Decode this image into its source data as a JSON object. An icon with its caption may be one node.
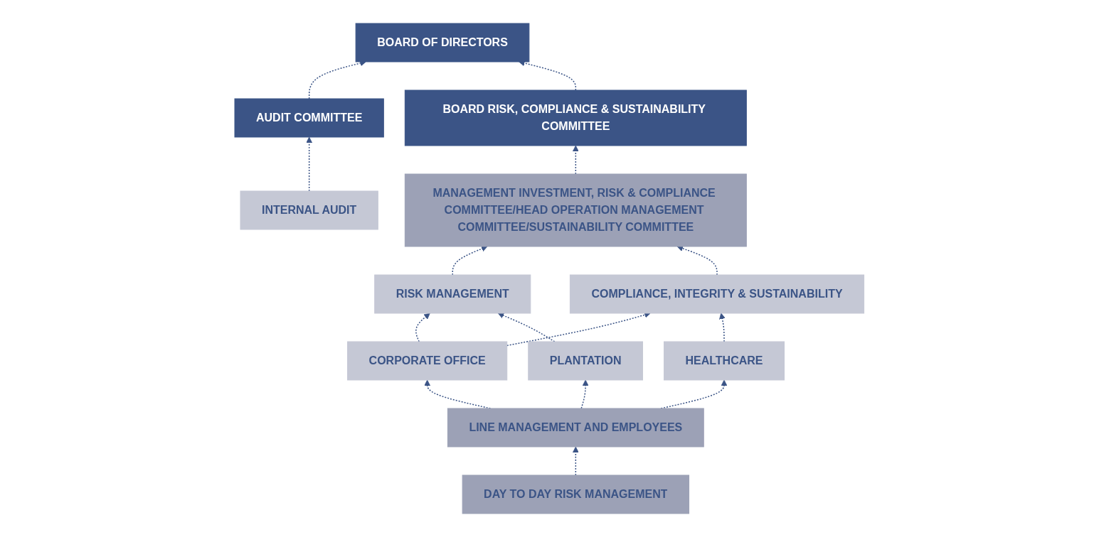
{
  "diagram": {
    "nodes": [
      {
        "text": [
          "BOARD OF DIRECTORS"
        ]
      },
      {
        "text": [
          "AUDIT COMMITTEE"
        ]
      },
      {
        "text": [
          "BOARD RISK, COMPLIANCE & SUSTAINABILITY COMMITTEE"
        ]
      },
      {
        "text": [
          "MANAGEMENT INVESTMENT, RISK & COMPLIANCE COMMITTEE/HEAD OPERATION MANAGEMENT COMMITTEE/SUSTAINABILITY COMMITTEE"
        ]
      },
      {
        "text": [
          "INTERNAL AUDIT"
        ]
      },
      {
        "text": [
          "RISK MANAGEMENT"
        ]
      },
      {
        "text": [
          "COMPLIANCE, INTEGRITY & SUSTAINABILITY"
        ]
      },
      {
        "text": [
          "CORPORATE OFFICE"
        ]
      },
      {
        "text": [
          "PLANTATION"
        ]
      },
      {
        "text": [
          "HEALTHCARE"
        ]
      },
      {
        "text": [
          "LINE MANAGEMENT AND EMPLOYEES"
        ]
      },
      {
        "text": [
          "DAY TO DAY RISK MANAGEMENT"
        ]
      }
    ],
    "edges": [
      {
        "from": 11,
        "to": 10,
        "arrow": "to",
        "style": "dashed"
      },
      {
        "from": 10,
        "to": 7,
        "arrow": "to",
        "style": "dashed"
      },
      {
        "from": 10,
        "to": 8,
        "arrow": "to",
        "style": "dashed"
      },
      {
        "from": 10,
        "to": 9,
        "arrow": "to",
        "style": "dashed"
      },
      {
        "from": 7,
        "to": 5,
        "arrow": "to",
        "style": "dashed"
      },
      {
        "from": 7,
        "to": 6,
        "arrow": "to",
        "style": "dashed"
      },
      {
        "from": 8,
        "to": 5,
        "arrow": "to",
        "style": "dashed"
      },
      {
        "from": 9,
        "to": 6,
        "arrow": "to",
        "style": "dashed"
      },
      {
        "from": 4,
        "to": 1,
        "arrow": "to",
        "style": "dashed"
      },
      {
        "from": 5,
        "to": 3,
        "arrow": "to",
        "style": "dashed"
      },
      {
        "from": 6,
        "to": 3,
        "arrow": "to",
        "style": "dashed"
      },
      {
        "from": 3,
        "to": 2,
        "arrow": "to",
        "style": "dashed"
      },
      {
        "from": 1,
        "to": 0,
        "arrow": "to",
        "style": "dashed"
      },
      {
        "from": 2,
        "to": 0,
        "arrow": "to",
        "style": "dashed"
      }
    ]
  }
}
